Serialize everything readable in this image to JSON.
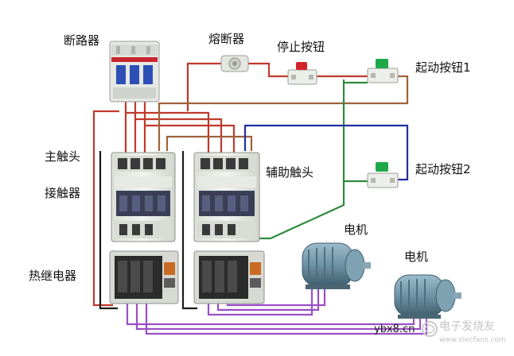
{
  "labels": {
    "breaker": "断路器",
    "fuse": "熔断器",
    "stop_button": "停止按钮",
    "start_button_1": "起动按钮1",
    "start_button_2": "起动按钮2",
    "main_contact": "主触头",
    "contactor": "接触器",
    "aux_contact": "辅助触头",
    "thermal_relay": "热继电器",
    "motor_1": "电机",
    "motor_2": "电机"
  },
  "watermark": {
    "site": "ybx8.cn",
    "brand": "电子发烧友",
    "url": "www.elecfans.com"
  },
  "colors": {
    "wire_red": "#c0392b",
    "wire_brown": "#a0623a",
    "wire_green": "#2e8b3e",
    "wire_blue": "#1f2f9e",
    "wire_purple": "#9b4fc7",
    "wire_black": "#1a1a1a",
    "device_white": "#eceee9",
    "coil_dark": "#3a3f57",
    "motor_steel": "#6f93a6",
    "stop_red": "#d2232a",
    "start_green": "#1ea84a"
  }
}
